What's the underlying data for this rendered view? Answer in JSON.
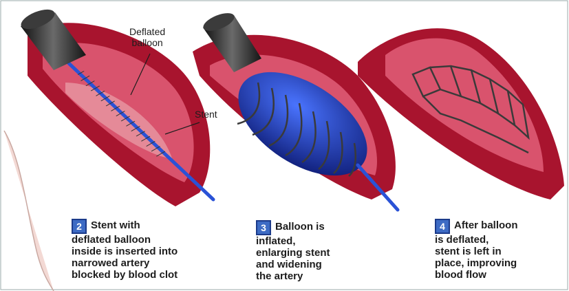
{
  "labels": {
    "deflated_balloon_line1": "Deflated",
    "deflated_balloon_line2": "balloon",
    "stent": "Stent"
  },
  "steps": [
    {
      "number": "2",
      "lines": [
        "Stent with",
        "deflated balloon",
        "inside is inserted into",
        "narrowed artery",
        "blocked by blood clot"
      ]
    },
    {
      "number": "3",
      "lines": [
        "Balloon is",
        "inflated,",
        "enlarging stent",
        "and widening",
        "the artery"
      ]
    },
    {
      "number": "4",
      "lines": [
        "After balloon",
        "is deflated,",
        "stent is left in",
        "place, improving",
        "blood flow"
      ]
    }
  ],
  "colors": {
    "background": "#ffffff",
    "artery_outer": "#a8142e",
    "artery_inner": "#d9536d",
    "clot": "#e58a98",
    "catheter": "#2c2c2c",
    "balloon": "#2340b8",
    "stent_wire": "#3a3a3a",
    "guidewire": "#2a52d6",
    "badge_fill": "#3d6bc4"
  }
}
